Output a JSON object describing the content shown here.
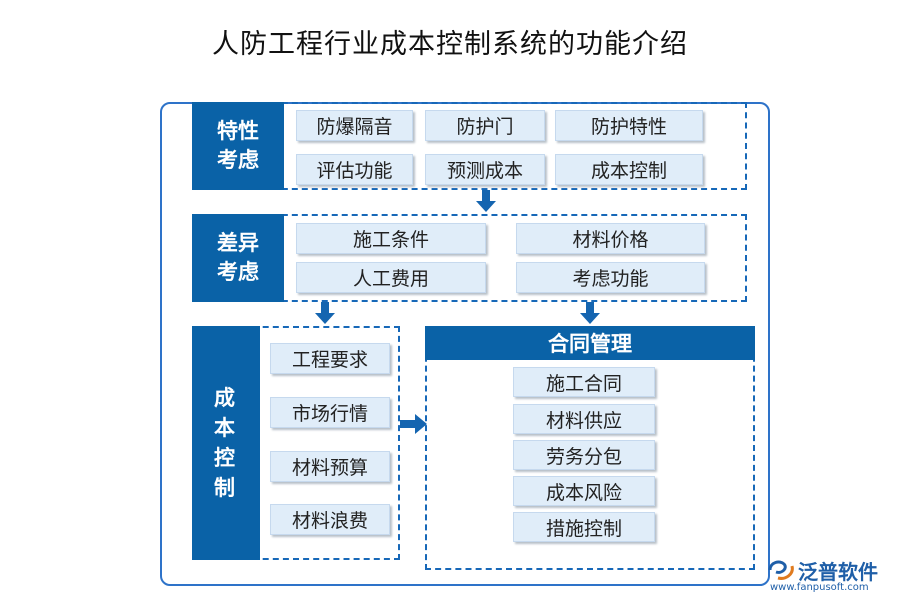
{
  "title": "人防工程行业成本控制系统的功能介绍",
  "sections": {
    "feature": {
      "header_line1": "特性",
      "header_line2": "考虑",
      "items": [
        "防爆隔音",
        "防护门",
        "防护特性",
        "评估功能",
        "预测成本",
        "成本控制"
      ]
    },
    "difference": {
      "header_line1": "差异",
      "header_line2": "考虑",
      "items": [
        "施工条件",
        "材料价格",
        "人工费用",
        "考虑功能"
      ]
    },
    "cost_control": {
      "header": "成本控制",
      "items": [
        "工程要求",
        "市场行情",
        "材料预算",
        "材料浪费"
      ]
    },
    "contract": {
      "header": "合同管理",
      "items": [
        "施工合同",
        "材料供应",
        "劳务分包",
        "成本风险",
        "措施控制"
      ]
    }
  },
  "watermark": {
    "brand": "泛普软件",
    "url": "www.fanpusoft.com"
  },
  "colors": {
    "header_bg": "#0a62a7",
    "border": "#1768b8",
    "item_bg": "#e0edf9"
  }
}
